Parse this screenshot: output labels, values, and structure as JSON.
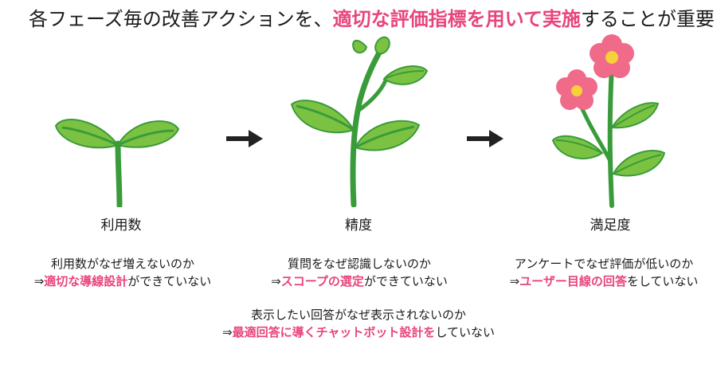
{
  "headline": {
    "part1": "各フェーズ毎の改善アクションを、",
    "highlight": "適切な評価指標を用いて実施",
    "part2": "することが重要"
  },
  "stages": [
    {
      "label": "利用数",
      "desc_line1": "利用数がなぜ増えないのか",
      "desc_prefix": "⇒",
      "desc_highlight1": "適切な",
      "desc_highlight2": "導線設計",
      "desc_suffix": "ができていない"
    },
    {
      "label": "精度",
      "desc_line1": "質問をなぜ認識しないのか",
      "desc_prefix": "⇒",
      "desc_highlight1": "スコープの選定",
      "desc_suffix": "ができていない"
    },
    {
      "label": "満足度",
      "desc_line1": "アンケートでなぜ評価が低いのか",
      "desc_prefix": "⇒",
      "desc_highlight1": "ユーザー目線の回答",
      "desc_suffix": "をしていない"
    }
  ],
  "bottom_note": {
    "line1": "表示したい回答がなぜ表示されないのか",
    "prefix": "⇒",
    "highlight": "最適回答に導くチャットボット設計を",
    "suffix": "していない"
  },
  "colors": {
    "accent_pink": "#e8457c",
    "leaf_green": "#7cc242",
    "stem_green": "#3a9b3a",
    "flower_pink": "#f06a8a",
    "flower_center": "#f7d03a",
    "arrow": "#222222"
  }
}
